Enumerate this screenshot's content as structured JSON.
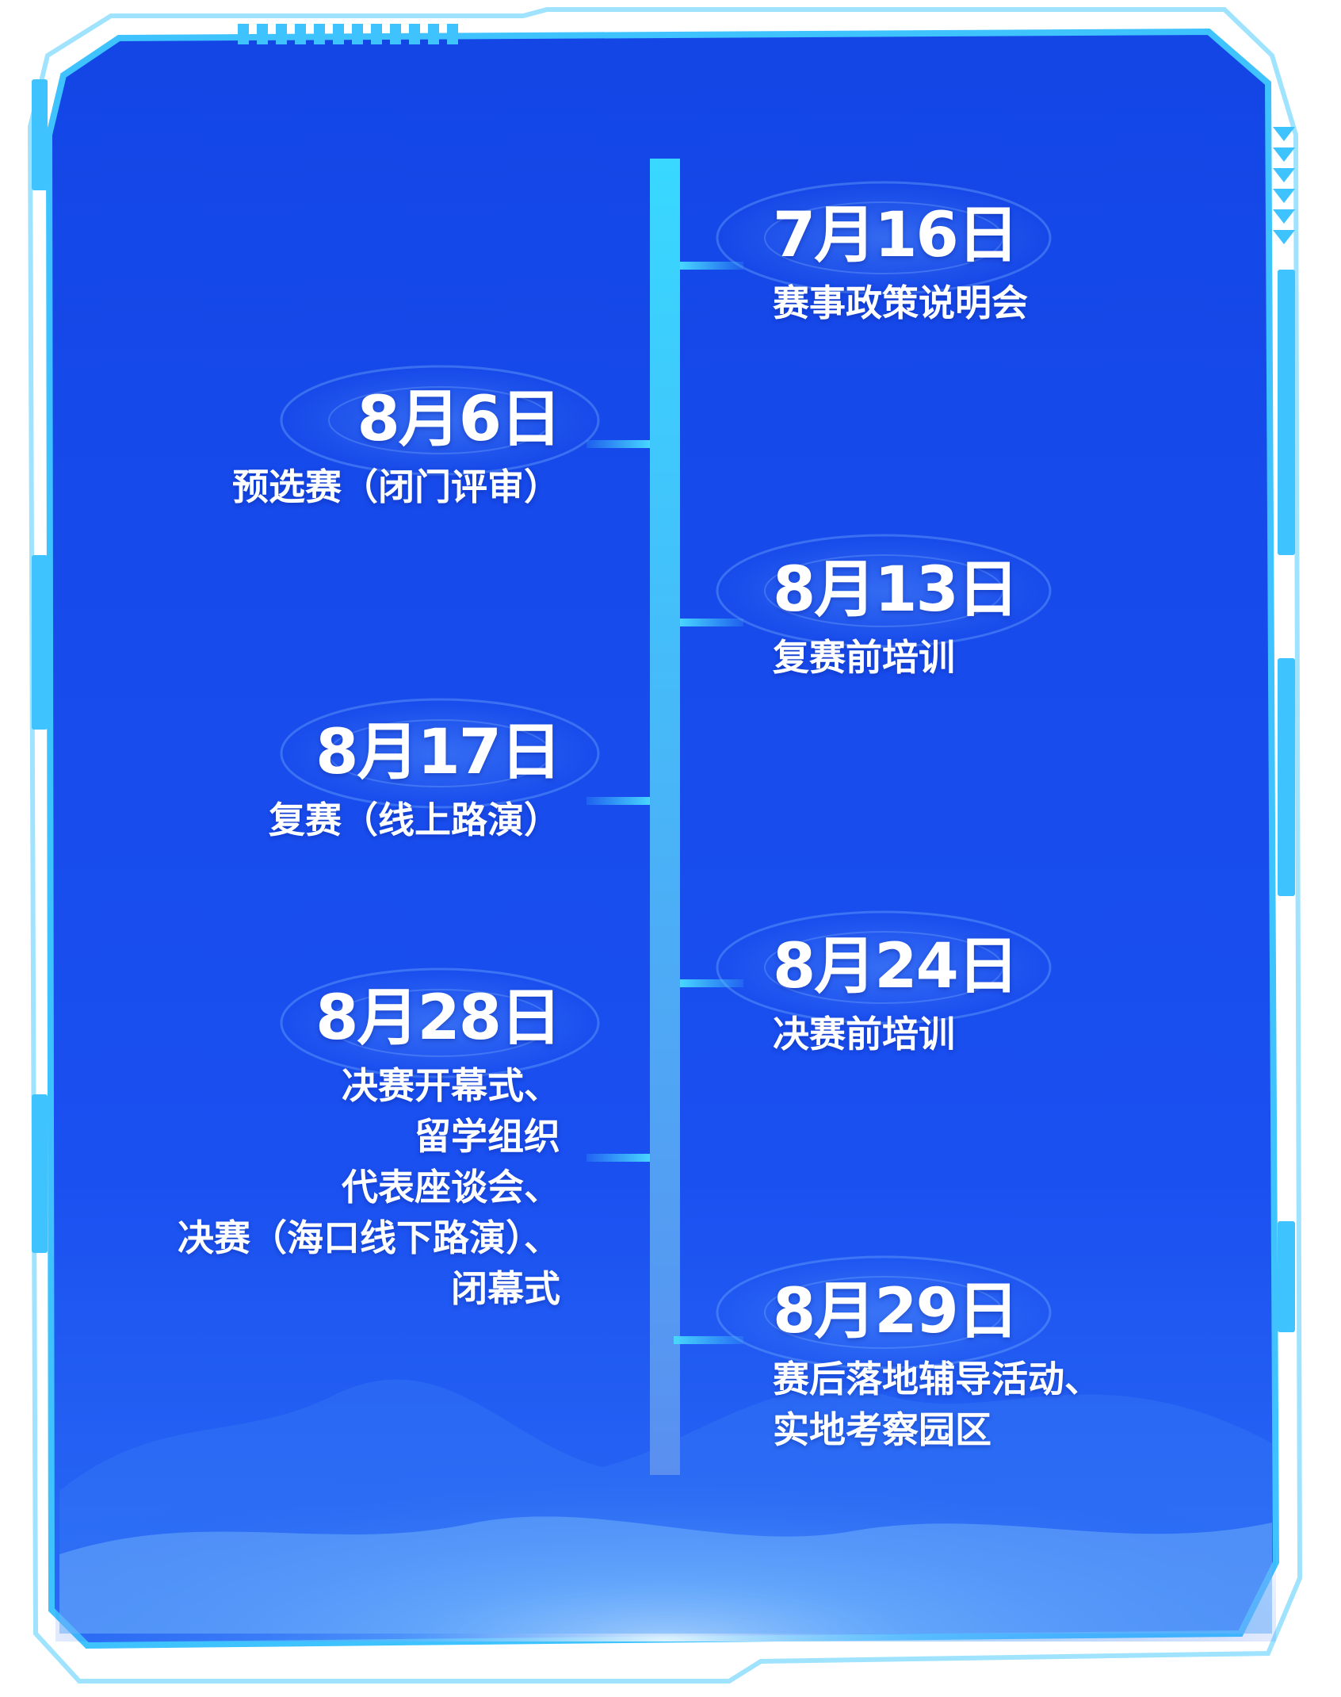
{
  "colors": {
    "panel_blue": "#1547e8",
    "panel_deep": "#0b2fc4",
    "frame_cyan": "#3fc3ff",
    "frame_light": "#9fe3ff",
    "timeline_top": "#38d8ff",
    "timeline_bottom": "#5a8ff0",
    "text": "#ffffff"
  },
  "timeline": {
    "events": [
      {
        "date": "7月16日",
        "desc": "赛事政策说明会",
        "side": "right"
      },
      {
        "date": "8月6日",
        "desc": "预选赛（闭门评审）",
        "side": "left"
      },
      {
        "date": "8月13日",
        "desc": "复赛前培训",
        "side": "right"
      },
      {
        "date": "8月17日",
        "desc": "复赛（线上路演）",
        "side": "left"
      },
      {
        "date": "8月24日",
        "desc": "决赛前培训",
        "side": "right"
      },
      {
        "date": "8月28日",
        "desc": "决赛开幕式、\n留学组织\n代表座谈会、\n决赛（海口线下路演）、\n闭幕式",
        "side": "left"
      },
      {
        "date": "8月29日",
        "desc": "赛后落地辅导活动、\n实地考察园区",
        "side": "right"
      }
    ]
  }
}
